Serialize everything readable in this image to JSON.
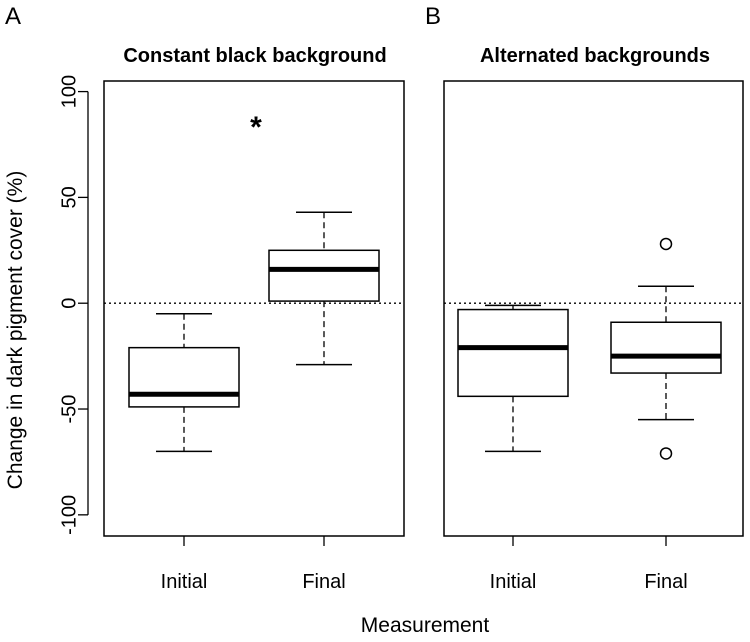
{
  "chart_data": [
    {
      "type": "boxplot",
      "panel_letter": "A",
      "title": "Constant black background",
      "ylabel": "Change in dark pigment cover (%)",
      "ylim": [
        -110,
        105
      ],
      "yticks": [
        100,
        50,
        0,
        -50,
        -100
      ],
      "ytick_labels": [
        "100",
        "50",
        "0",
        "-50",
        "-100"
      ],
      "reference_line": 0,
      "categories": [
        "Initial",
        "Final"
      ],
      "boxes": [
        {
          "category": "Initial",
          "whisker_low": -70,
          "q1": -49,
          "median": -43,
          "q3": -21,
          "whisker_high": -5,
          "outliers": []
        },
        {
          "category": "Final",
          "whisker_low": -29,
          "q1": 1,
          "median": 16,
          "q3": 25,
          "whisker_high": 43,
          "outliers": []
        }
      ],
      "annotation": {
        "text": "*",
        "category": "Final",
        "y": 88
      }
    },
    {
      "type": "boxplot",
      "panel_letter": "B",
      "title": "Alternated backgrounds",
      "ylim": [
        -110,
        105
      ],
      "reference_line": 0,
      "categories": [
        "Initial",
        "Final"
      ],
      "boxes": [
        {
          "category": "Initial",
          "whisker_low": -70,
          "q1": -44,
          "median": -21,
          "q3": -3,
          "whisker_high": -1,
          "outliers": []
        },
        {
          "category": "Final",
          "whisker_low": -55,
          "q1": -33,
          "median": -25,
          "q3": -9,
          "whisker_high": 8,
          "outliers": [
            28,
            -71
          ]
        }
      ]
    }
  ],
  "xlabel": "Measurement"
}
